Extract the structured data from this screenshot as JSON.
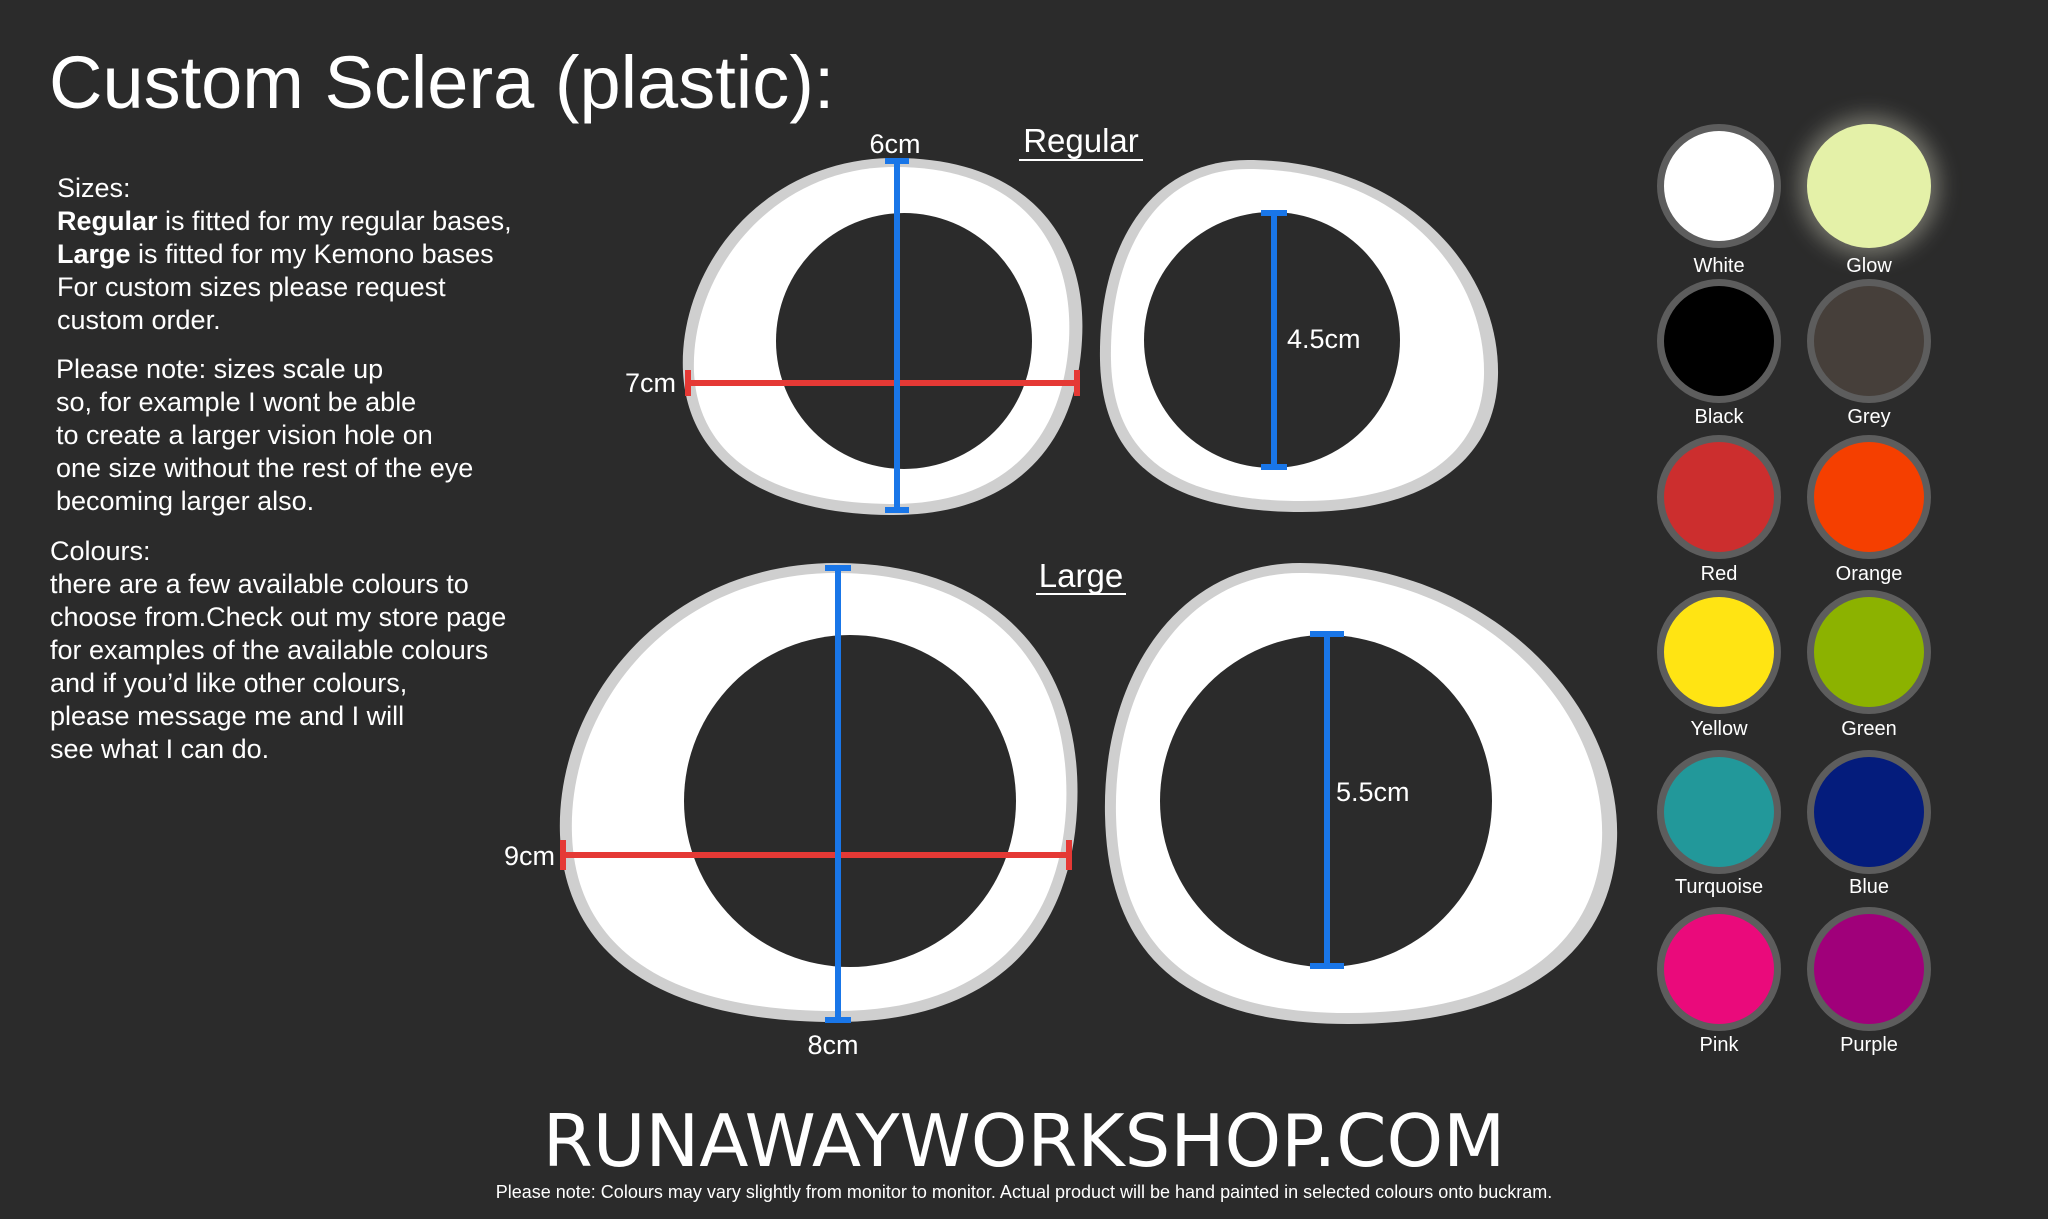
{
  "title": "Custom Sclera (plastic):",
  "sizes": {
    "heading": "Sizes:",
    "regular_bold": "Regular",
    "regular_rest": " is fitted for my regular bases,",
    "large_bold": "Large",
    "large_rest": " is fitted for my Kemono bases",
    "custom_line1": "For custom sizes please request",
    "custom_line2": "custom order."
  },
  "note_lines": [
    "Please note: sizes scale up",
    "so, for example I wont be able",
    "to create a larger vision hole on",
    "one size without the rest of the eye",
    "becoming larger also."
  ],
  "colours_lines": [
    "Colours:",
    "there are a few available colours to",
    "choose from.Check out my store page",
    "for examples of the available colours",
    "and if  you’d like other colours,",
    "please message me and I will",
    "see what I can do."
  ],
  "diagram": {
    "regular_label": "Regular",
    "large_label": "Large",
    "regular_height": "6cm",
    "regular_width": "7cm",
    "regular_hole": "4.5cm",
    "large_width": "9cm",
    "large_height": "8cm",
    "large_hole": "5.5cm",
    "colors": {
      "sclera": "#ffffff",
      "rim": "#cfcfcf",
      "hole": "#2b2b2b",
      "width_line": "#e53935",
      "height_line": "#1976e8"
    }
  },
  "swatches": [
    {
      "name": "White",
      "color": "#ffffff",
      "glow": false
    },
    {
      "name": "Glow",
      "color": "#e4f1a8",
      "glow": true
    },
    {
      "name": "Black",
      "color": "#000000",
      "glow": false
    },
    {
      "name": "Grey",
      "color": "#463f3a",
      "glow": false
    },
    {
      "name": "Red",
      "color": "#cc2e2e",
      "glow": false
    },
    {
      "name": "Orange",
      "color": "#f53f00",
      "glow": false
    },
    {
      "name": "Yellow",
      "color": "#ffe413",
      "glow": false
    },
    {
      "name": "Green",
      "color": "#8cb200",
      "glow": false
    },
    {
      "name": "Turquoise",
      "color": "#22989a",
      "glow": false
    },
    {
      "name": "Blue",
      "color": "#041c7c",
      "glow": false
    },
    {
      "name": "Pink",
      "color": "#ea0a7b",
      "glow": false
    },
    {
      "name": "Purple",
      "color": "#a0007a",
      "glow": false
    }
  ],
  "footer": {
    "site": "RUNAWAYWORKSHOP.COM",
    "note": "Please note: Colours may vary slightly from monitor to monitor. Actual product will be hand painted in selected colours onto buckram."
  }
}
